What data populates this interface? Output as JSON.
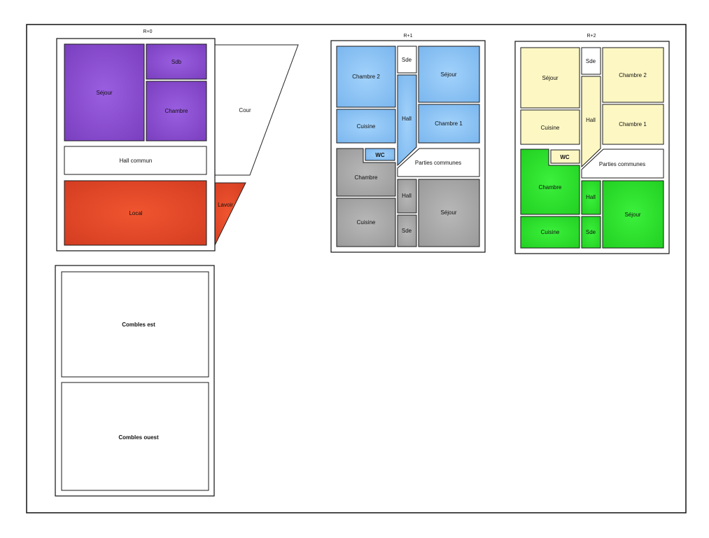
{
  "colors": {
    "purple": "#8a4fcf",
    "red": "#e2492a",
    "blue": "#8cc4f5",
    "gray": "#a9a9a9",
    "yellow": "#fdf7c3",
    "green": "#2fe02f",
    "white": "#ffffff",
    "outline": "#1a1a1a"
  },
  "floors": {
    "r0": {
      "title": "R+0",
      "sejour": "Séjour",
      "sdb": "Sdb",
      "chambre": "Chambre",
      "cour": "Cour",
      "hall_commun": "Hall commun",
      "local": "Local",
      "lavoir": "Lavoir"
    },
    "attic": {
      "combles_est": "Combles est",
      "combles_ouest": "Combles ouest"
    },
    "r1": {
      "title": "R+1",
      "chambre2": "Chambre 2",
      "sde_top": "Sde",
      "sejour_top": "Séjour",
      "hall_top": "Hall",
      "cuisine_top": "Cuisine",
      "chambre1": "Chambre 1",
      "wc": "WC",
      "parties_communes": "Parties communes",
      "chambre_bottom": "Chambre",
      "hall_bottom": "Hall",
      "sejour_bottom": "Séjour",
      "cuisine_bottom": "Cuisine",
      "sde_bottom": "Sde"
    },
    "r2": {
      "title": "R+2",
      "sejour_top": "Séjour",
      "sde_top": "Sde",
      "chambre2": "Chambre 2",
      "cuisine_top": "Cuisine",
      "hall_top": "Hall",
      "chambre1": "Chambre 1",
      "wc": "WC",
      "parties_communes": "Parties communes",
      "chambre_bottom": "Chambre",
      "hall_bottom": "Hall",
      "sejour_bottom": "Séjour",
      "cuisine_bottom": "Cuisine",
      "sde_bottom": "Sde"
    }
  }
}
